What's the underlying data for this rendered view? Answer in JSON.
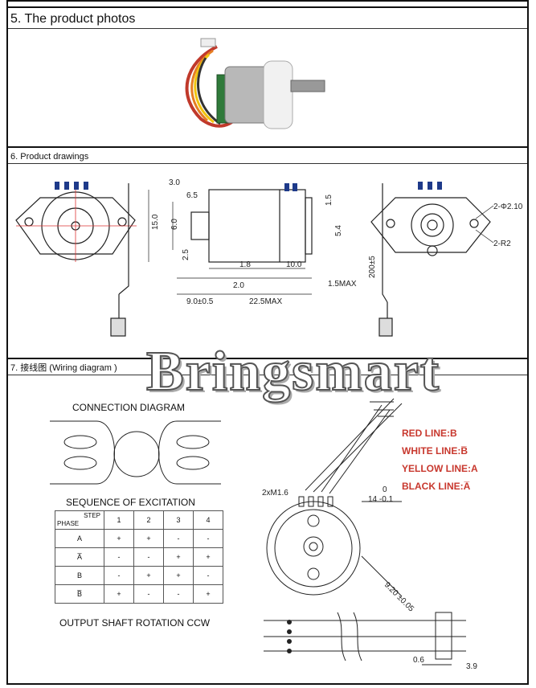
{
  "sections": {
    "photos": "5. The product photos",
    "drawings": "6. Product drawings",
    "wiring": "7. 接线图 (Wiring diagram )"
  },
  "watermark": "Bringsmart",
  "wiring": {
    "connection_title": "CONNECTION DIAGRAM",
    "sequence_title": "SEQUENCE OF EXCITATION",
    "rotation_note": "OUTPUT SHAFT ROTATION CCW",
    "table": {
      "step_label": "STEP",
      "phase_label": "PHASE",
      "steps": [
        "1",
        "2",
        "3",
        "4"
      ],
      "rows": [
        {
          "phase": "A",
          "cells": [
            "+",
            "+",
            "-",
            "-"
          ]
        },
        {
          "phase": "A̅",
          "cells": [
            "-",
            "-",
            "+",
            "+"
          ]
        },
        {
          "phase": "B",
          "cells": [
            "-",
            "+",
            "+",
            "-"
          ]
        },
        {
          "phase": "B̅",
          "cells": [
            "+",
            "-",
            "-",
            "+"
          ]
        }
      ]
    },
    "lines": [
      "RED LINE:B",
      "WHITE LINE:B̅",
      "YELLOW LINE:A",
      "BLACK LINE:A̅"
    ],
    "colors": {
      "line_labels": "#c8382e"
    },
    "dims": {
      "screw": "2xM1.6",
      "zero": "0",
      "dia14": "14 -0.1",
      "dia920": "9.20 ±0.05",
      "d06": "0.6",
      "d39": "3.9"
    }
  },
  "drawing_dims": {
    "d65": "6.5",
    "d30": "3.0",
    "d150": "15.0",
    "d60": "6.0",
    "d25": "2.5",
    "d18": "1.8",
    "d100": "10.0",
    "d20": "2.0",
    "d90": "9.0±0.5",
    "d225": "22.5MAX",
    "d15": "1.5",
    "d54": "5.4",
    "d15max": "1.5MAX",
    "d200": "200±5",
    "d210": "2-Φ2.10",
    "d2r": "2-R2"
  }
}
